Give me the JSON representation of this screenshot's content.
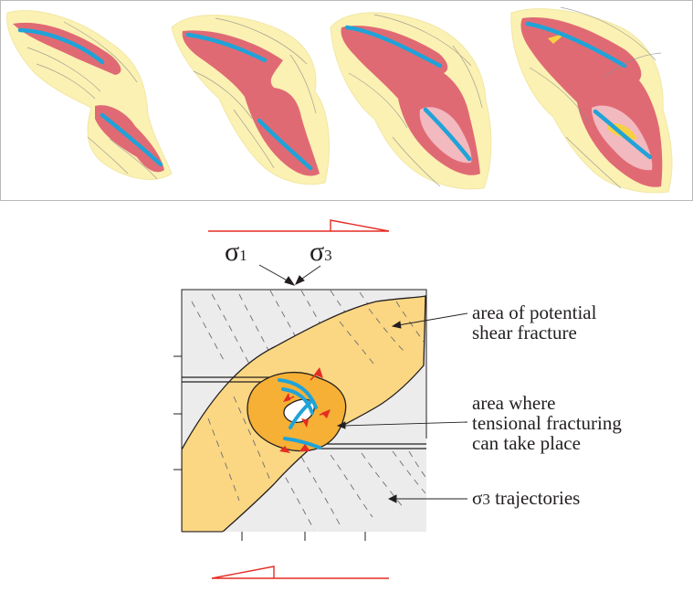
{
  "labels": {
    "sigma1": {
      "symbol": "σ",
      "index": "1"
    },
    "sigma3": {
      "symbol": "σ",
      "index": "3"
    },
    "potential_shear": [
      "area of potential",
      "shear fracture"
    ],
    "tensional": [
      "area where",
      "tensional fracturing",
      "can take place"
    ],
    "trajectories": {
      "symbol": "σ",
      "index": "3",
      "text": " trajectories"
    }
  },
  "colors": {
    "halo": "#fbf1b3",
    "vein_red": "#e06a74",
    "vein_pink": "#f2b9bf",
    "fracture_blue": "#1fa3d8",
    "shear_zone": "#fbd783",
    "tension_area": "#f5b035",
    "shear_arrow": "#e52d24",
    "panel_bg": "#ececec",
    "line": "#231f20"
  }
}
